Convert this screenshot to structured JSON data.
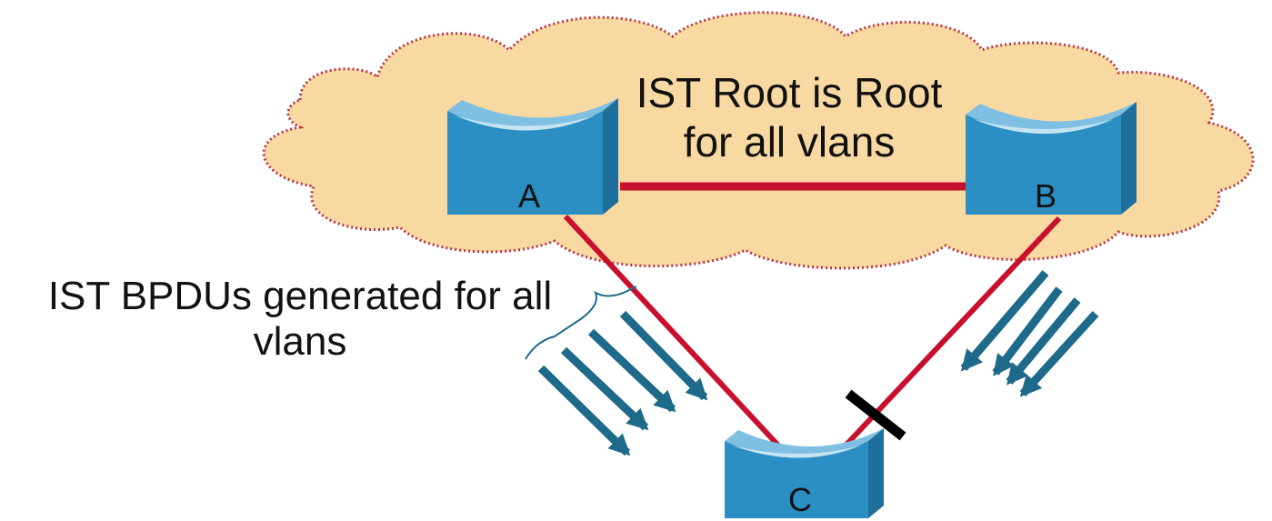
{
  "cloud": {
    "label_line1": "IST Root is Root",
    "label_line2": "for all vlans"
  },
  "switches": {
    "a": {
      "label": "A"
    },
    "b": {
      "label": "B"
    },
    "c": {
      "label": "C"
    }
  },
  "bpdu_note": {
    "line1": "IST BPDUs generated for all",
    "line2": "vlans"
  },
  "colors": {
    "cloud_fill": "#f8d9a1",
    "cloud_outline": "#b8344a",
    "link": "#c8102e",
    "switch_front": "#2b8fc3",
    "switch_top": "#a9d6ee",
    "switch_side": "#1e6f9c",
    "arrow": "#1d6a8a",
    "blocked_marker": "#000000"
  },
  "icons": {
    "switch": "multilayer-switch-icon",
    "blocked": "blocked-port-icon",
    "bpdu": "bpdu-arrow-icon"
  }
}
